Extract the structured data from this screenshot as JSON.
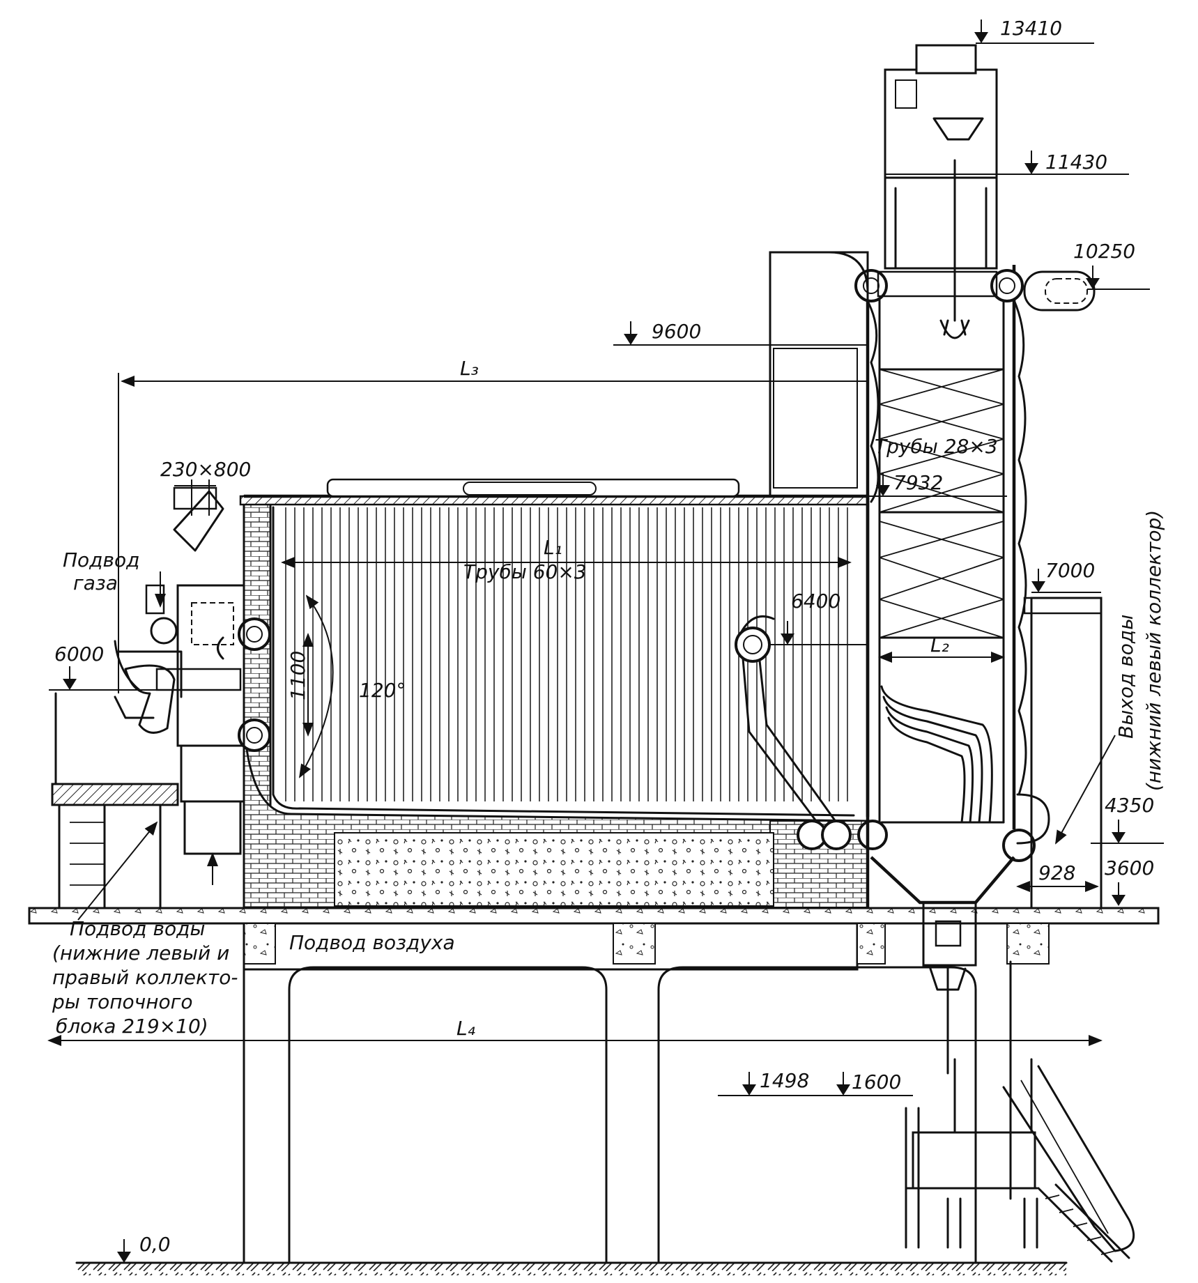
{
  "elevations": {
    "e13410": "13410",
    "e11430": "11430",
    "e10250": "10250",
    "e9600": "9600",
    "e7932": "7932",
    "e7000": "7000",
    "e6400": "6400",
    "e6000": "6000",
    "e4350": "4350",
    "e3600": "3600",
    "e1600": "1600",
    "e1498": "1498",
    "e0": "0,0"
  },
  "dimensions": {
    "l1": "L₁",
    "l2": "L₂",
    "l3": "L₃",
    "l4": "L₄",
    "d230x800": "230×800",
    "d1100": "1100",
    "d928": "928",
    "angle": "120°"
  },
  "labels": {
    "gas_line1": "Подвод",
    "gas_line2": "газа",
    "tubes_main": "Трубы 60×3",
    "tubes_conv": "Трубы 28×3",
    "air": "Подвод воздуха",
    "water_in_1": "Подвод воды",
    "water_in_2": "(нижние левый и",
    "water_in_3": "правый коллекто-",
    "water_in_4": "ры топочного",
    "water_in_5": "блока 219×10)",
    "water_out_1": "Выход воды",
    "water_out_2": "(нижний левый коллектор)"
  }
}
